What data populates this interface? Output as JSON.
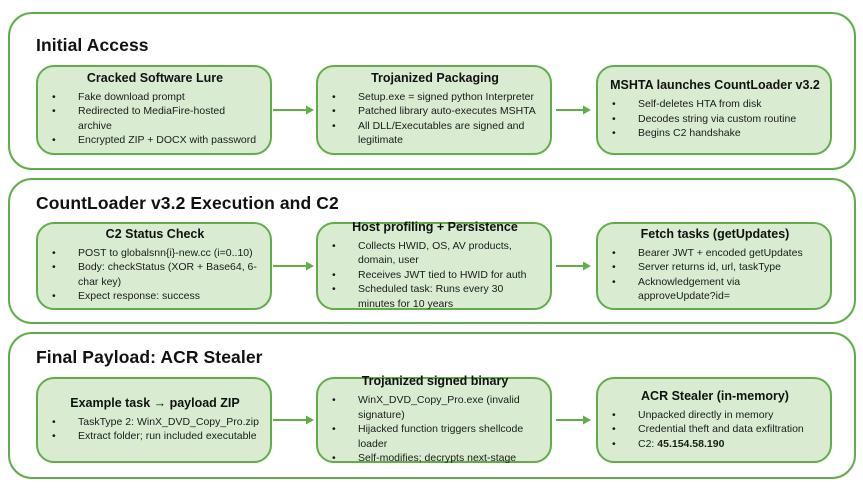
{
  "palette": {
    "border_green": "#61ad49",
    "box_fill": "#d9ecd1",
    "section_fill": "#ffffff",
    "text": "#1b1b1b"
  },
  "sections": [
    {
      "heading": "Initial Access",
      "boxes": [
        {
          "title": "Cracked Software Lure",
          "bullets": [
            "Fake download prompt",
            "Redirected to MediaFire-hosted archive",
            "Encrypted ZIP + DOCX with password"
          ]
        },
        {
          "title": "Trojanized Packaging",
          "bullets": [
            "Setup.exe = signed python Interpreter",
            "Patched library auto-executes MSHTA",
            "All DLL/Executables are signed and legitimate"
          ]
        },
        {
          "title": "MSHTA launches CountLoader v3.2",
          "bullets": [
            "Self-deletes HTA from disk",
            "Decodes string via custom routine",
            "Begins C2 handshake"
          ]
        }
      ]
    },
    {
      "heading": "CountLoader v3.2 Execution and C2",
      "boxes": [
        {
          "title": "C2 Status Check",
          "bullets": [
            "POST to globalsnn{i}-new.cc (i=0..10)",
            "Body: checkStatus (XOR + Base64, 6-char key)",
            "Expect response: success"
          ]
        },
        {
          "title": "Host profiling + Persistence",
          "bullets": [
            "Collects HWID, OS, AV products, domain, user",
            "Receives JWT tied to HWID for auth",
            "Scheduled task: Runs every 30 minutes for 10 years"
          ]
        },
        {
          "title": "Fetch tasks (getUpdates)",
          "bullets": [
            "Bearer JWT + encoded getUpdates",
            "Server returns id, url, taskType",
            "Acknowledgement via approveUpdate?id="
          ]
        }
      ]
    },
    {
      "heading": "Final Payload: ACR Stealer",
      "boxes": [
        {
          "title": "Example task → payload ZIP",
          "bullets": [
            "TaskType 2: WinX_DVD_Copy_Pro.zip",
            "Extract folder; run included executable"
          ]
        },
        {
          "title": "Trojanized signed binary",
          "bullets": [
            "WinX_DVD_Copy_Pro.exe (invalid signature)",
            "Hijacked function triggers shellcode loader",
            "Self-modifies; decrypts next-stage"
          ]
        },
        {
          "title": "ACR Stealer (in-memory)",
          "bullets": [
            "Unpacked directly in memory",
            "Credential theft and data exfiltration"
          ],
          "c2_prefix": "C2: ",
          "c2_ip": "45.154.58.190"
        }
      ]
    }
  ]
}
